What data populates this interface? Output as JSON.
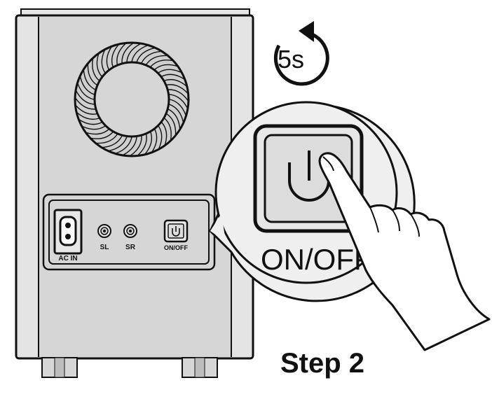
{
  "labels": {
    "ac_in": "AC IN",
    "sl": "SL",
    "sr": "SR",
    "power_small": "ON/OFF",
    "power_zoom": "ON/OFF",
    "timer": "5s",
    "step": "Step 2"
  },
  "icons": {
    "timer": "counterclockwise-timer-icon",
    "power": "power-icon",
    "hand": "pointing-hand-icon",
    "vent": "speaker-vent-icon",
    "ac_socket": "ac-power-socket-icon"
  },
  "colors": {
    "device_body": "#d6d6d6",
    "device_side": "#e3e3e3",
    "outline": "#111111",
    "zoom_bg": "#eeeeee",
    "button_face": "#dcdcdc"
  }
}
